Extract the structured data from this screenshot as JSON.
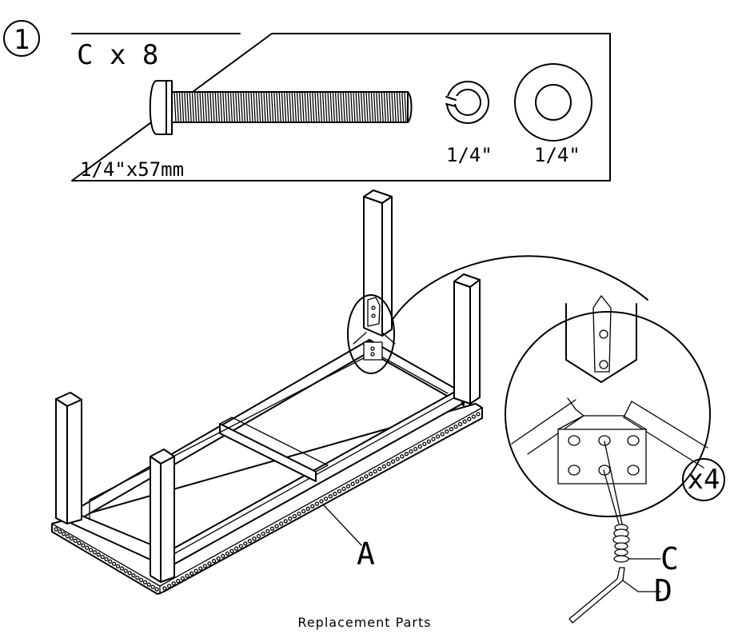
{
  "step": {
    "number": "1"
  },
  "hardware_box": {
    "part_count": "C x 8",
    "bolt_size": "1/4\"x57mm",
    "lock_washer_size": "1/4\"",
    "flat_washer_size": "1/4\""
  },
  "callouts": {
    "frame": "A",
    "bolt": "C",
    "wrench": "D",
    "multiplier": "x4"
  },
  "footer": "Replacement Parts"
}
